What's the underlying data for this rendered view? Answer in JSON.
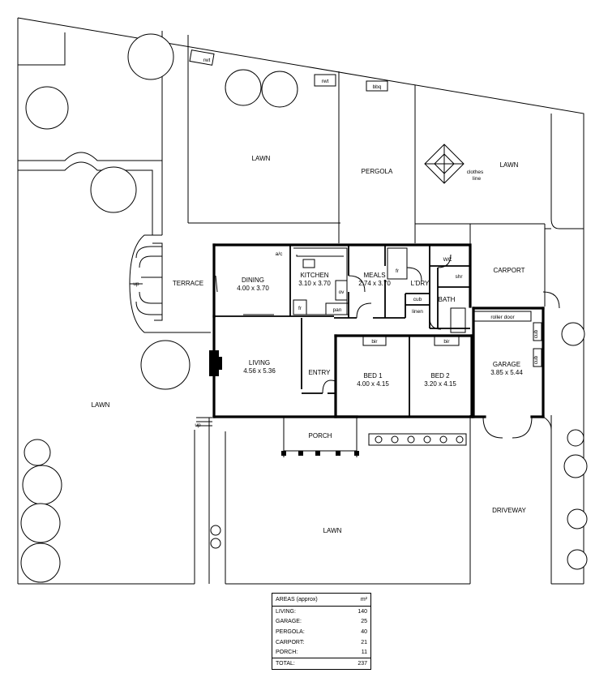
{
  "rooms": {
    "lawn_top": "LAWN",
    "pergola": "PERGOLA",
    "lawn_right": "LAWN",
    "clothes_line_1": "clothes",
    "clothes_line_2": "line",
    "rwt_1": "rwt",
    "rwt_2": "rwt",
    "bbq": "bbq",
    "terrace": "TERRACE",
    "dining": "DINING",
    "dining_dim": "4.00 x 3.70",
    "kitchen": "KITCHEN",
    "kitchen_dim": "3.10 x 3.70",
    "meals": "MEALS",
    "meals_dim": "2.74 x 3.70",
    "ldry": "L'DRY",
    "wc": "WC",
    "shr": "shr",
    "cub_1": "cub",
    "linen": "linen",
    "bath": "BATH",
    "carport": "CARPORT",
    "roller_door": "roller door",
    "ac": "a/c",
    "fr_1": "fr",
    "fr_2": "fr",
    "ov": "ov",
    "pan": "pan",
    "living": "LIVING",
    "living_dim": "4.56 x 5.36",
    "entry": "ENTRY",
    "bed1": "BED 1",
    "bed1_dim": "4.00 x 4.15",
    "bed2": "BED 2",
    "bed2_dim": "3.20 x 4.15",
    "bir_1": "bir",
    "bir_2": "bir",
    "garage": "GARAGE",
    "garage_dim": "3.85 x 5.44",
    "cub_2": "cub",
    "cub_3": "cub",
    "porch": "PORCH",
    "lawn_left": "LAWN",
    "lawn_front": "LAWN",
    "driveway": "DRIVEWAY",
    "up_1": "up",
    "up_2": "up"
  },
  "areas_table": {
    "title": "AREAS (approx)",
    "unit": "m²",
    "rows": [
      {
        "label": "LIVING:",
        "value": "140"
      },
      {
        "label": "GARAGE:",
        "value": "25"
      },
      {
        "label": "PERGOLA:",
        "value": "40"
      },
      {
        "label": "CARPORT:",
        "value": "21"
      },
      {
        "label": "PORCH:",
        "value": "11"
      }
    ],
    "total": {
      "label": "TOTAL:",
      "value": "237"
    }
  }
}
